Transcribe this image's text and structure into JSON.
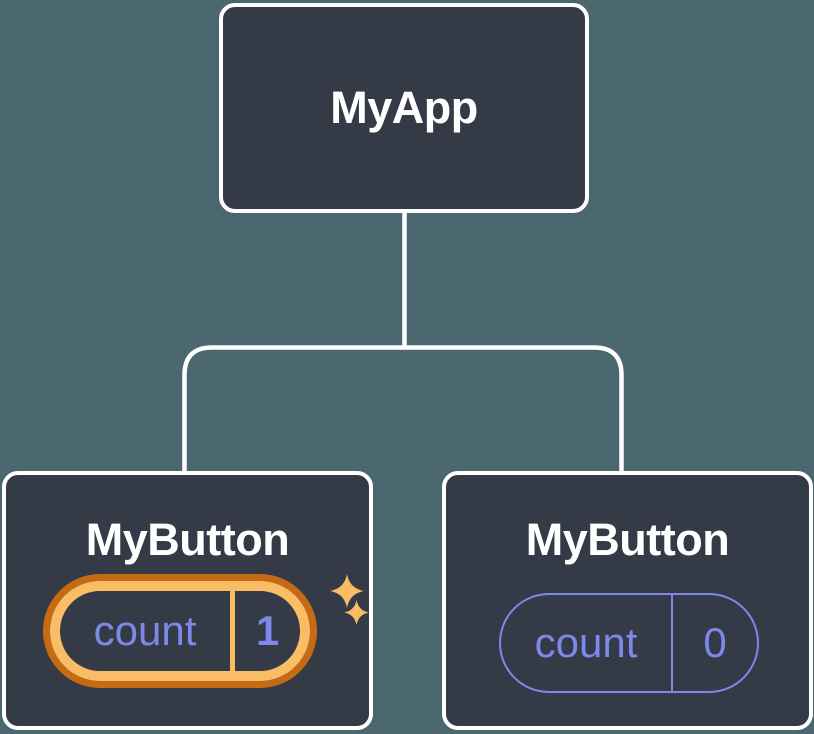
{
  "tree": {
    "root": {
      "name": "MyApp"
    },
    "children": [
      {
        "name": "MyButton",
        "state_label": "count",
        "state_value": "1",
        "highlighted": true
      },
      {
        "name": "MyButton",
        "state_label": "count",
        "state_value": "0",
        "highlighted": false
      }
    ]
  },
  "colors": {
    "background": "#4b6770",
    "node_fill": "#343a46",
    "node_border": "#ffffff",
    "connector": "#ffffff",
    "state_purple": "#7d88e8",
    "highlight_gold": "#fabd66",
    "highlight_orange": "#c66b15",
    "sparkle": "#fabd66",
    "title_text": "#ffffff"
  }
}
